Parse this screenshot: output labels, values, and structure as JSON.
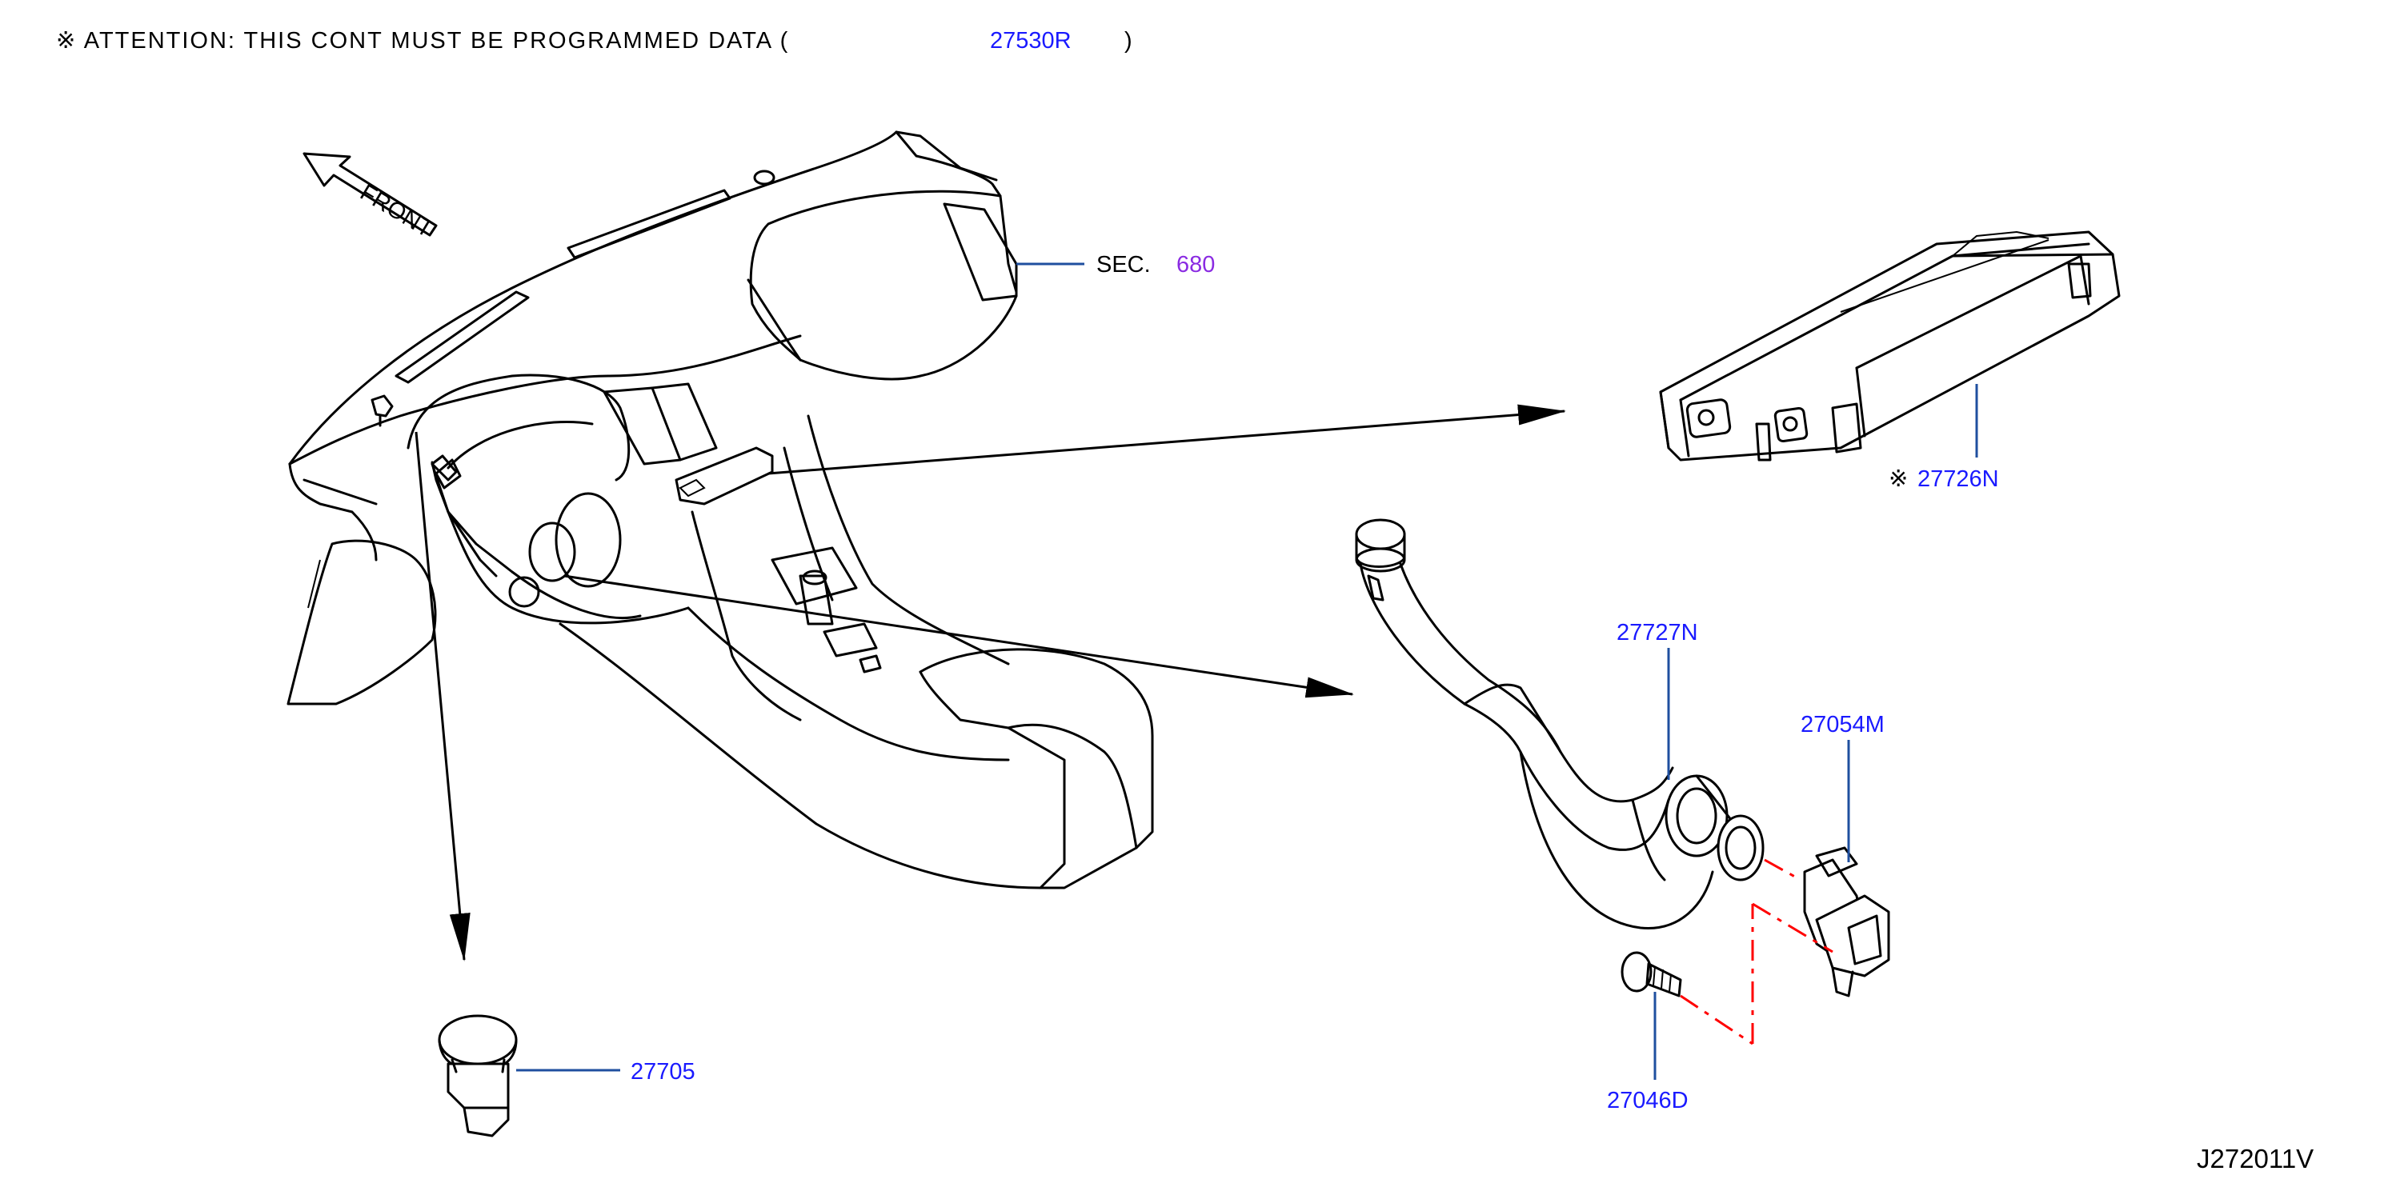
{
  "header": {
    "attention_prefix": "※ ATTENTION: THIS CONT MUST BE PROGRAMMED DATA (",
    "attention_part": "27530R",
    "attention_suffix": ")"
  },
  "front_label": "FRONT",
  "sec_label": "SEC.",
  "sec_number": "680",
  "parts": {
    "p27726N": "27726N",
    "p27726N_mark": "※",
    "p27727N": "27727N",
    "p27054M": "27054M",
    "p27046D": "27046D",
    "p27705": "27705"
  },
  "diagram_id": "J272011V",
  "colors": {
    "part_link": "#1a1aff",
    "section_link": "#8a2be2",
    "leader": "#1f4f9f",
    "dash_line": "#ff0000"
  }
}
